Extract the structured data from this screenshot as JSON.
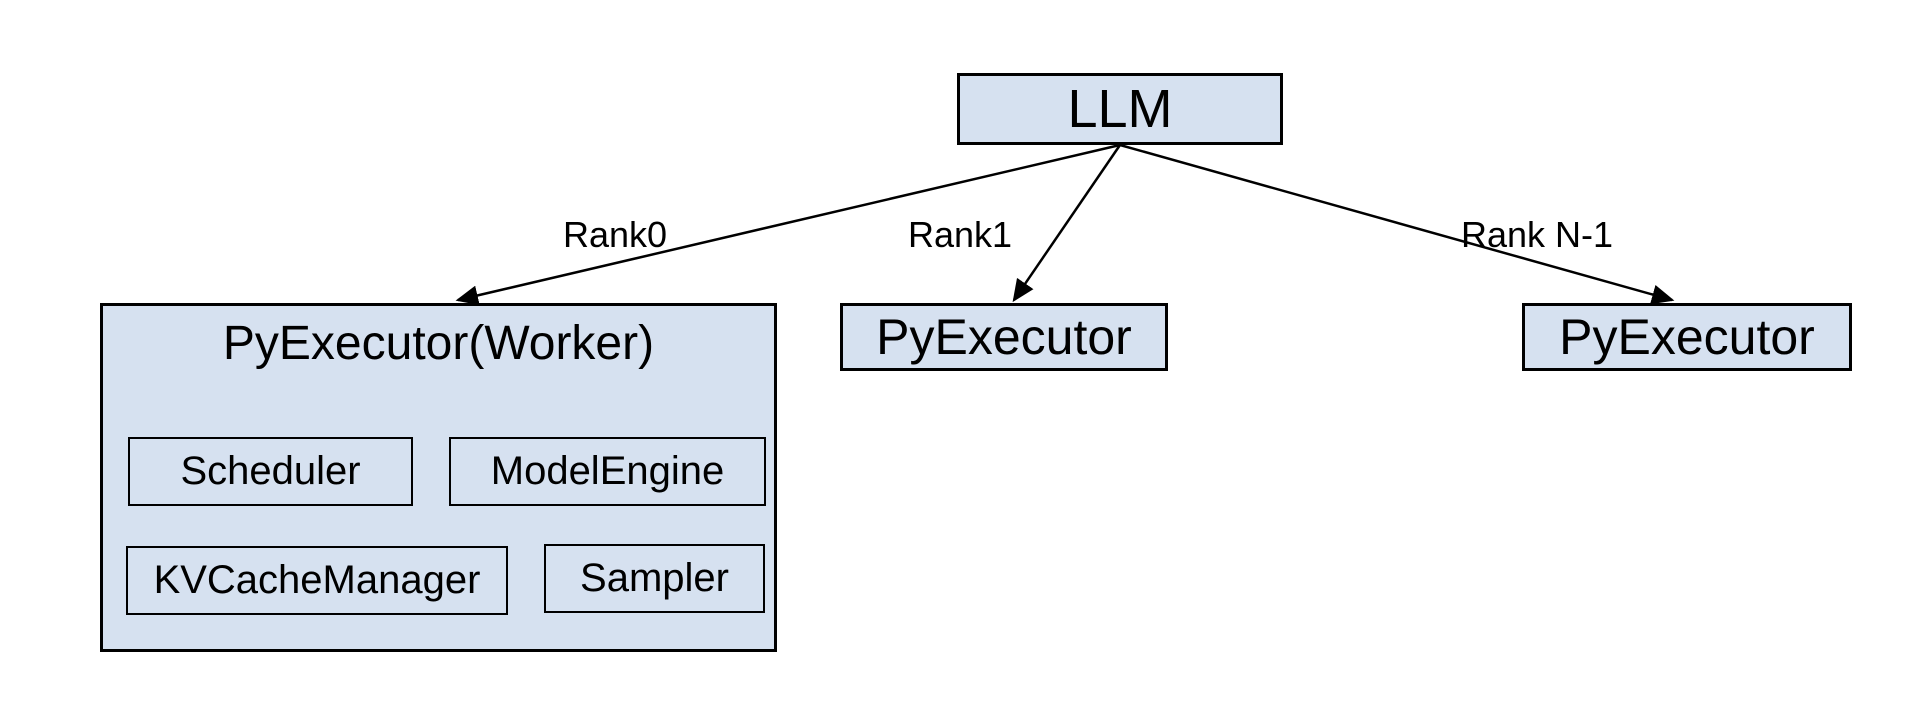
{
  "canvas": {
    "background": "#ffffff"
  },
  "colors": {
    "node_fill": "#d6e1f0",
    "node_border": "#000000",
    "arrow": "#000000",
    "text": "#000000"
  },
  "nodes": {
    "llm": {
      "label": "LLM"
    },
    "worker0": {
      "label": "PyExecutor(Worker)"
    },
    "worker0_children": {
      "scheduler": {
        "label": "Scheduler"
      },
      "model_engine": {
        "label": "ModelEngine"
      },
      "kv_cache_manager": {
        "label": "KVCacheManager"
      },
      "sampler": {
        "label": "Sampler"
      }
    },
    "worker1": {
      "label": "PyExecutor"
    },
    "workerN": {
      "label": "PyExecutor"
    }
  },
  "edges": {
    "rank0": {
      "label": "Rank0",
      "from": "LLM",
      "to": "PyExecutor(Worker)"
    },
    "rank1": {
      "label": "Rank1",
      "from": "LLM",
      "to": "PyExecutor"
    },
    "rankN": {
      "label": "Rank N-1",
      "from": "LLM",
      "to": "PyExecutor"
    }
  }
}
